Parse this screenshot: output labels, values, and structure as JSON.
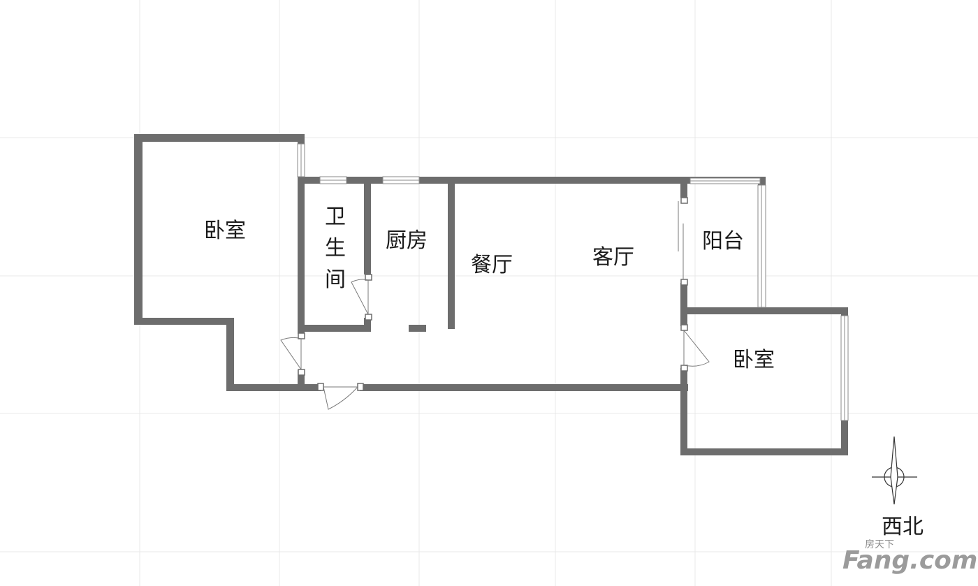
{
  "rooms": {
    "bedroom_west": "卧室",
    "bathroom": [
      "卫",
      "生",
      "间"
    ],
    "kitchen": "厨房",
    "dining": "餐厅",
    "living": "客厅",
    "balcony": "阳台",
    "bedroom_east": "卧室"
  },
  "compass": {
    "label": "西北"
  },
  "watermark": {
    "brand_cn": "房天下",
    "brand_en": "Fang.com"
  },
  "colors": {
    "wall": "#6d6d6d",
    "grid": "#e9e9e9"
  }
}
